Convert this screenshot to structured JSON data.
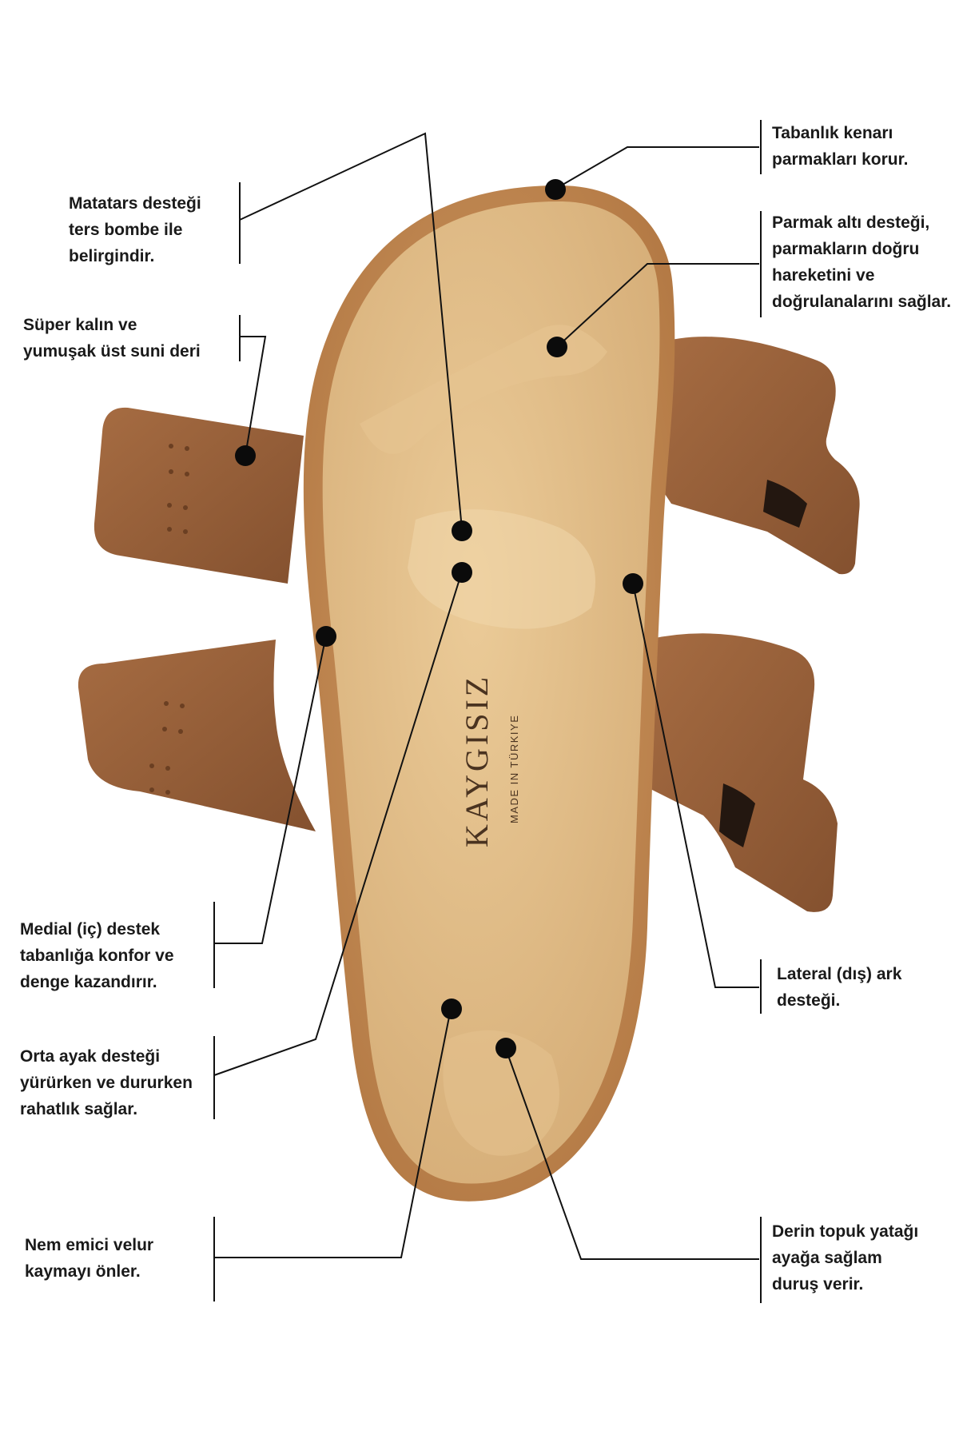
{
  "brand": {
    "name": "KAYGISIZ",
    "tagline": "MADE IN TÜRKIYE"
  },
  "colors": {
    "background": "#ffffff",
    "cork": "#c08a55",
    "footbed": "#dcb784",
    "suede": "#98613a",
    "leader_line": "#111111",
    "text": "#1a1a1a"
  },
  "callouts": [
    {
      "id": "metatarsal",
      "lines": [
        "Matatars desteği",
        "ters bombe ile",
        "belirgindir."
      ]
    },
    {
      "id": "upper-leather",
      "lines": [
        "Süper kalın ve",
        "yumuşak üst suni deri"
      ]
    },
    {
      "id": "medial-support",
      "lines": [
        "Medial (iç) destek",
        "tabanlığa konfor ve",
        "denge kazandırır."
      ]
    },
    {
      "id": "midfoot",
      "lines": [
        "Orta ayak desteği",
        "yürürken ve dururken",
        "rahatlık sağlar."
      ]
    },
    {
      "id": "velour",
      "lines": [
        "Nem emici velur",
        "kaymayı önler."
      ]
    },
    {
      "id": "toe-edge",
      "lines": [
        "Tabanlık kenarı",
        "parmakları korur."
      ]
    },
    {
      "id": "toe-grip",
      "lines": [
        "Parmak altı desteği,",
        "parmakların doğru",
        "hareketini ve",
        "doğrulanalarını sağlar."
      ]
    },
    {
      "id": "lateral-arch",
      "lines": [
        "Lateral (dış) ark",
        "desteği."
      ]
    },
    {
      "id": "heel-cup",
      "lines": [
        "Derin topuk yatağı",
        "ayağa sağlam",
        "duruş verir."
      ]
    }
  ]
}
